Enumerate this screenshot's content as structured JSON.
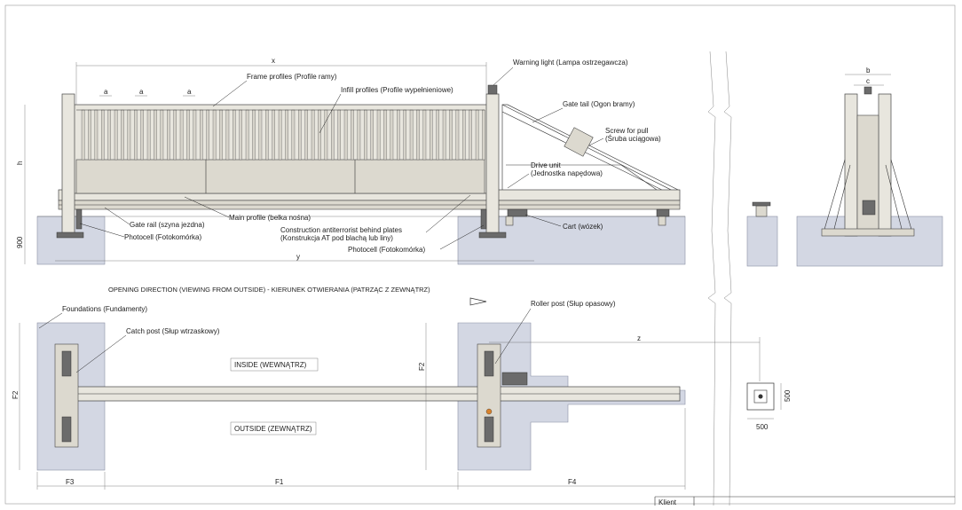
{
  "labels": {
    "warning_light": "Warning light (Lampa ostrzegawcza)",
    "frame_profiles": "Frame profiles (Profile ramy)",
    "infill_profiles": "Infill profiles (Profile wypełnieniowe)",
    "gate_tail": "Gate tail (Ogon bramy)",
    "screw_pull_1": "Screw for pull",
    "screw_pull_2": "(Śruba uciągowa)",
    "drive_unit_1": "Drive unit",
    "drive_unit_2": "(Jednostka napędowa)",
    "gate_rail": "Gate rail (szyna jezdna)",
    "main_profile": "Main profile (belka nośna)",
    "construction_1": "Construction antiterrorist behind plates",
    "construction_2": "(Konstrukcja AT pod blachą lub liny)",
    "cart": "Cart (wózek)",
    "photocell_left": "Photocell (Fotokomórka)",
    "photocell_right": "Photocell (Fotokomórka)",
    "opening_direction": "OPENING DIRECTION (VIEWING FROM OUTSIDE) - KIERUNEK OTWIERANIA (PATRZĄC Z ZEWNĄTRZ)",
    "foundations": "Foundations (Fundamenty)",
    "catch_post": "Catch post (Słup wtrzaskowy)",
    "roller_post": "Roller post (Słup opasowy)",
    "inside": "INSIDE (WEWNĄTRZ)",
    "outside": "OUTSIDE (ZEWNĄTRZ)",
    "klient": "Klient"
  },
  "dimensions": {
    "x": "x",
    "y": "y",
    "h": "h",
    "a1": "a",
    "a2": "a",
    "a3": "a",
    "d900": "900",
    "b": "b",
    "c": "c",
    "z": "z",
    "f1": "F1",
    "f2_left": "F2",
    "f2_right": "F2",
    "f3": "F3",
    "f4": "F4",
    "s500_v": "500",
    "s500_h": "500"
  }
}
